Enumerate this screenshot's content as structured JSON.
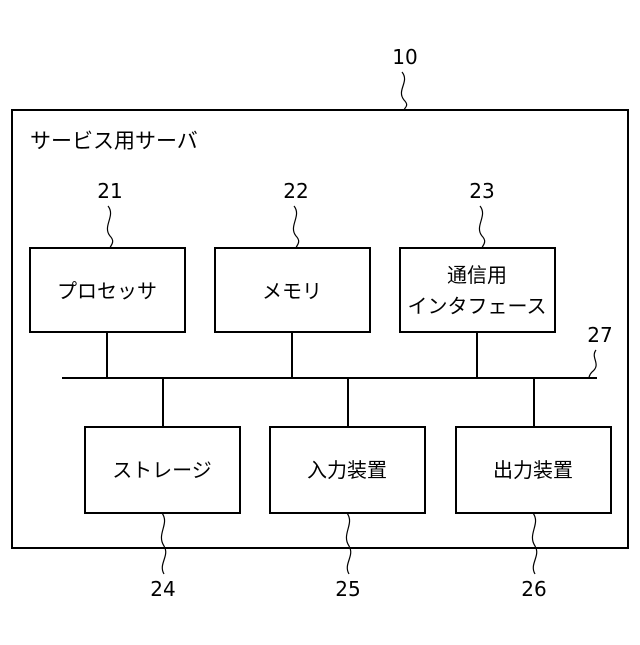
{
  "diagram": {
    "server": {
      "ref": "10",
      "title": "サービス用サーバ"
    },
    "bus": {
      "ref": "27"
    },
    "top_blocks": [
      {
        "ref": "21",
        "lines": [
          "プロセッサ"
        ]
      },
      {
        "ref": "22",
        "lines": [
          "メモリ"
        ]
      },
      {
        "ref": "23",
        "lines": [
          "通信用",
          "インタフェース"
        ]
      }
    ],
    "bottom_blocks": [
      {
        "ref": "24",
        "lines": [
          "ストレージ"
        ]
      },
      {
        "ref": "25",
        "lines": [
          "入力装置"
        ]
      },
      {
        "ref": "26",
        "lines": [
          "出力装置"
        ]
      }
    ]
  }
}
